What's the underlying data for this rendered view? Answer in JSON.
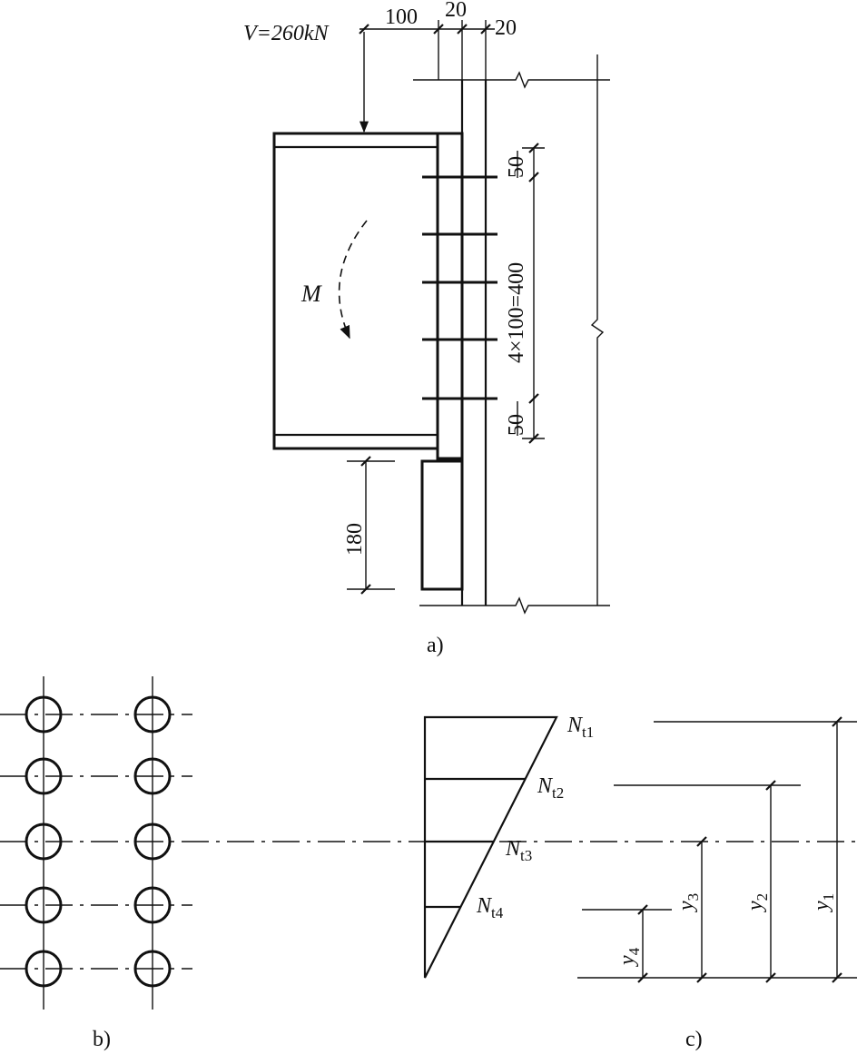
{
  "panel_a": {
    "load_label": "V=260kN",
    "dim_top": [
      "100",
      "20",
      "20"
    ],
    "dim_bolt_top": "50",
    "dim_bolt_mid": "4×100=400",
    "dim_bolt_bottom": "50",
    "dim_bracket": "180",
    "moment_label": "M",
    "caption": "a)"
  },
  "panel_b": {
    "caption": "b)"
  },
  "panel_c": {
    "forces": [
      "Nt1",
      "Nt2",
      "Nt3",
      "Nt4"
    ],
    "distances": [
      "y1",
      "y2",
      "y3",
      "y4"
    ],
    "caption": "c)"
  }
}
